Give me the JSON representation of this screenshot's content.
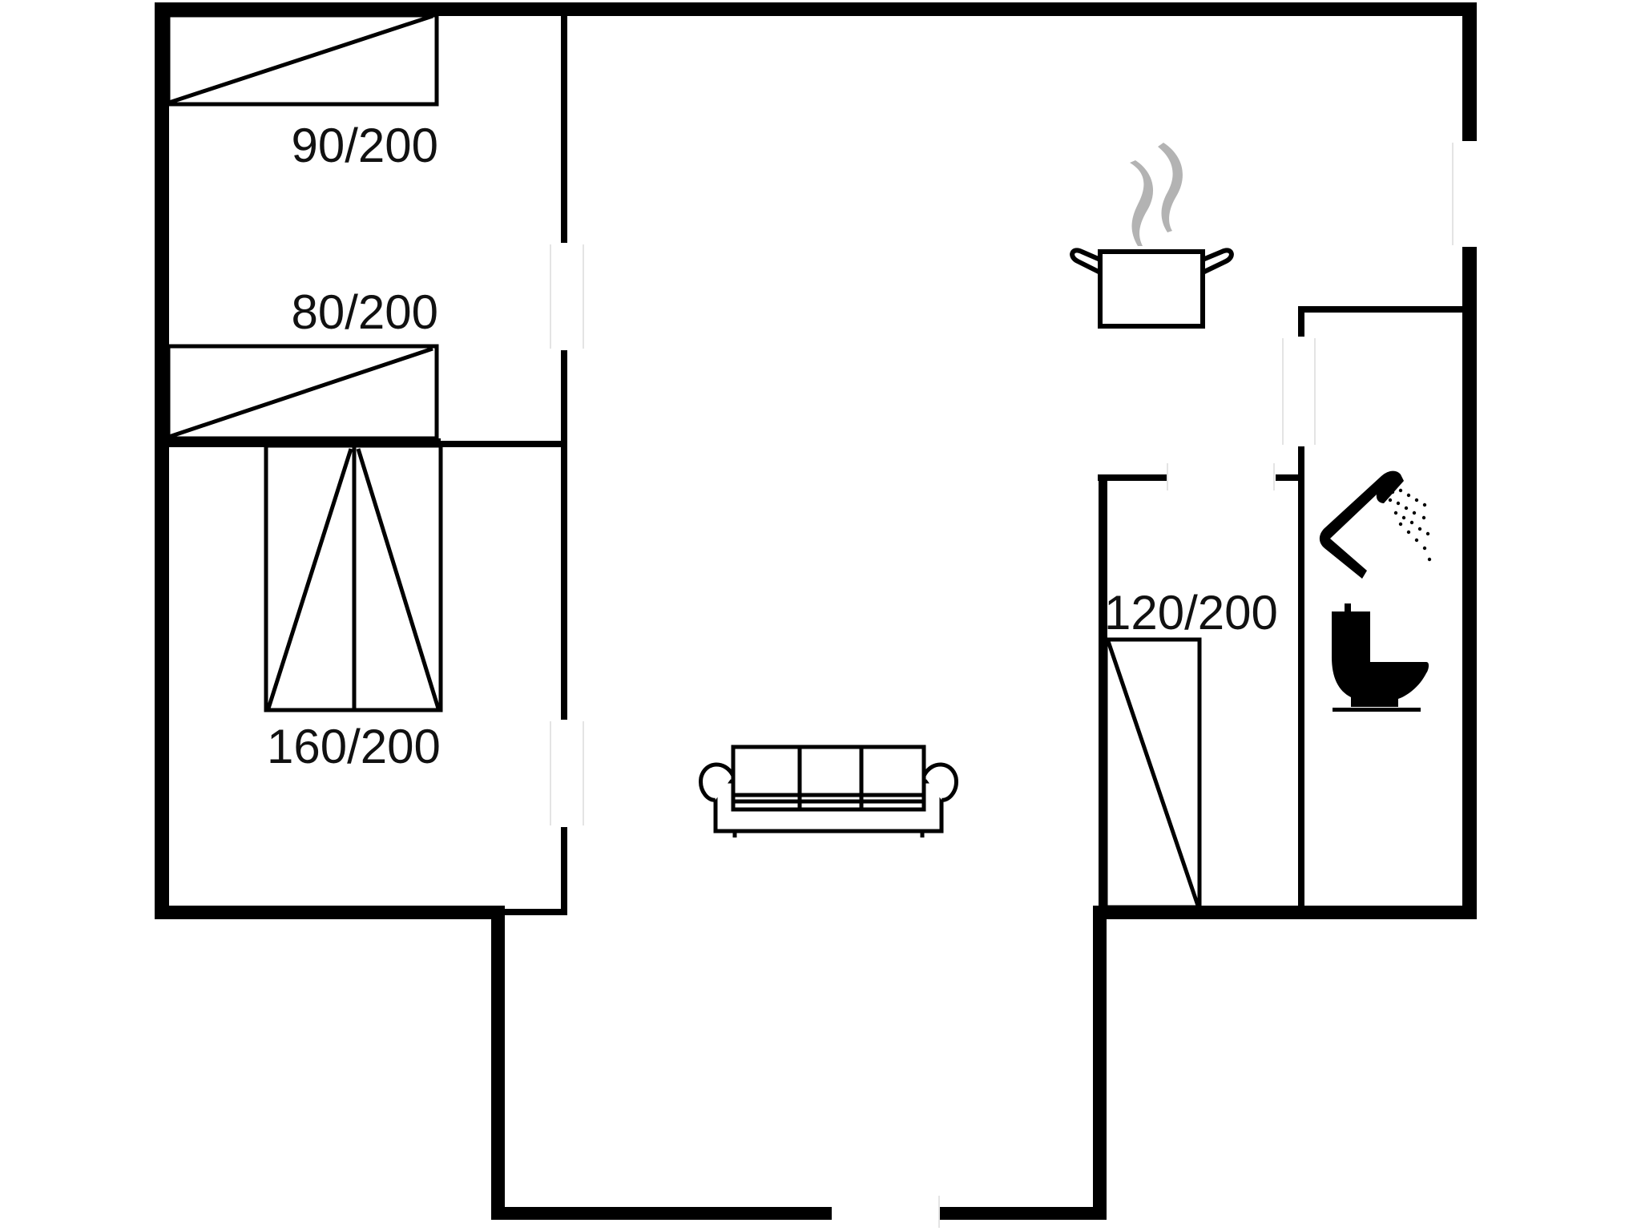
{
  "diagram": {
    "type": "floor-plan",
    "colors": {
      "wall": "#000000",
      "background": "#ffffff",
      "steam": "#b3b3b3"
    },
    "beds": [
      {
        "id": "bed-single-top",
        "label": "90/200"
      },
      {
        "id": "bed-single-middle",
        "label": "80/200"
      },
      {
        "id": "bed-double",
        "label": "160/200"
      },
      {
        "id": "bed-small-room",
        "label": "120/200"
      }
    ],
    "fixtures": [
      {
        "id": "kitchen",
        "icon": "cooking-pot-icon"
      },
      {
        "id": "living",
        "icon": "sofa-icon"
      },
      {
        "id": "bathroom-shower",
        "icon": "shower-icon"
      },
      {
        "id": "bathroom-toilet",
        "icon": "toilet-icon"
      }
    ]
  }
}
